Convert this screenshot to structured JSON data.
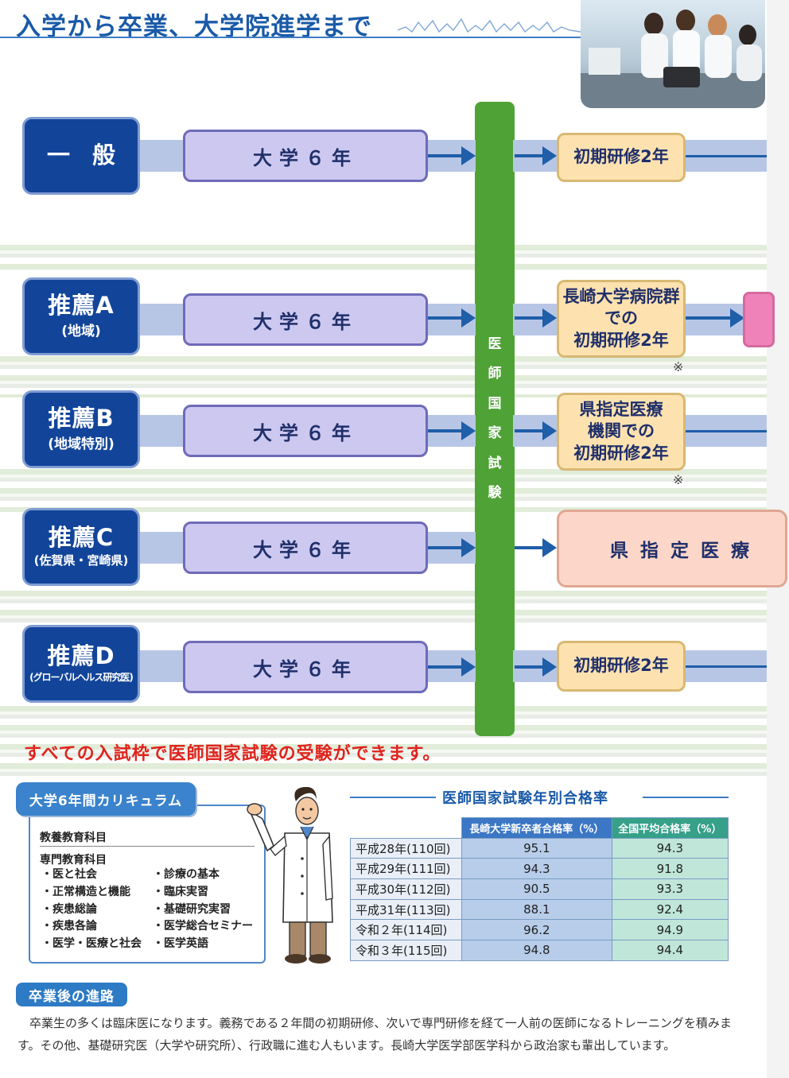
{
  "header": {
    "title": "入学から卒業、大学院進学まで"
  },
  "flow": {
    "university_label": "大学６年",
    "exam_label": [
      "医",
      "師",
      "国",
      "家",
      "試",
      "験"
    ],
    "rows": [
      {
        "id": "general",
        "main": "一般",
        "sub": "",
        "training": "初期研修2年"
      },
      {
        "id": "a",
        "main": "推薦A",
        "sub": "(地域)",
        "training": "長崎大学病院群での初期研修2年",
        "training_lines": [
          "長崎大学病院群",
          "での",
          "初期研修2年"
        ],
        "note": "※"
      },
      {
        "id": "b",
        "main": "推薦B",
        "sub": "(地域特別)",
        "training": "県指定医療機関での初期研修2年",
        "training_lines": [
          "県指定医療",
          "機関での",
          "初期研修2年"
        ],
        "note": "※"
      },
      {
        "id": "c",
        "main": "推薦C",
        "sub": "(佐賀県・宮崎県)",
        "training": "県指定医療"
      },
      {
        "id": "d",
        "main": "推薦D",
        "sub": "(グローバルヘルス研究医)",
        "training": "初期研修2年"
      }
    ]
  },
  "headline": "すべての入試枠で医師国家試験の受験ができます。",
  "curriculum": {
    "title": "大学6年間カリキュラム",
    "general": "教養教育科目",
    "special": "専門教育科目",
    "col1": [
      "・医と社会",
      "・正常構造と機能",
      "・疾患総論",
      "・疾患各論",
      "・医学・医療と社会"
    ],
    "col2": [
      "・診療の基本",
      "・臨床実習",
      "・基礎研究実習",
      "・医学総合セミナー",
      "・医学英語"
    ]
  },
  "pass_rates": {
    "title": "医師国家試験年別合格率",
    "headers": [
      "長崎大学新卒者合格率（%）",
      "全国平均合格率（%）"
    ],
    "rows": [
      {
        "year": "平成28年(110回)",
        "nagasaki": "95.1",
        "national": "94.3"
      },
      {
        "year": "平成29年(111回)",
        "nagasaki": "94.3",
        "national": "91.8"
      },
      {
        "year": "平成30年(112回)",
        "nagasaki": "90.5",
        "national": "93.3"
      },
      {
        "year": "平成31年(113回)",
        "nagasaki": "88.1",
        "national": "92.4"
      },
      {
        "year": "令和２年(114回)",
        "nagasaki": "96.2",
        "national": "94.9"
      },
      {
        "year": "令和３年(115回)",
        "nagasaki": "94.8",
        "national": "94.4"
      }
    ]
  },
  "career": {
    "title": "卒業後の進路",
    "text": "卒業生の多くは臨床医になります。義務である２年間の初期研修、次いで専門研修を経て一人前の医師になるトレーニングを積みます。その他、基礎研究医（大学や研究所）、行政職に進む人もいます。長崎大学医学部医学科から政治家も輩出しています。"
  },
  "colors": {
    "title_blue": "#1a5aa8",
    "category_navy": "#12459a",
    "exam_green": "#4fa236",
    "headline_red": "#e0231d"
  }
}
